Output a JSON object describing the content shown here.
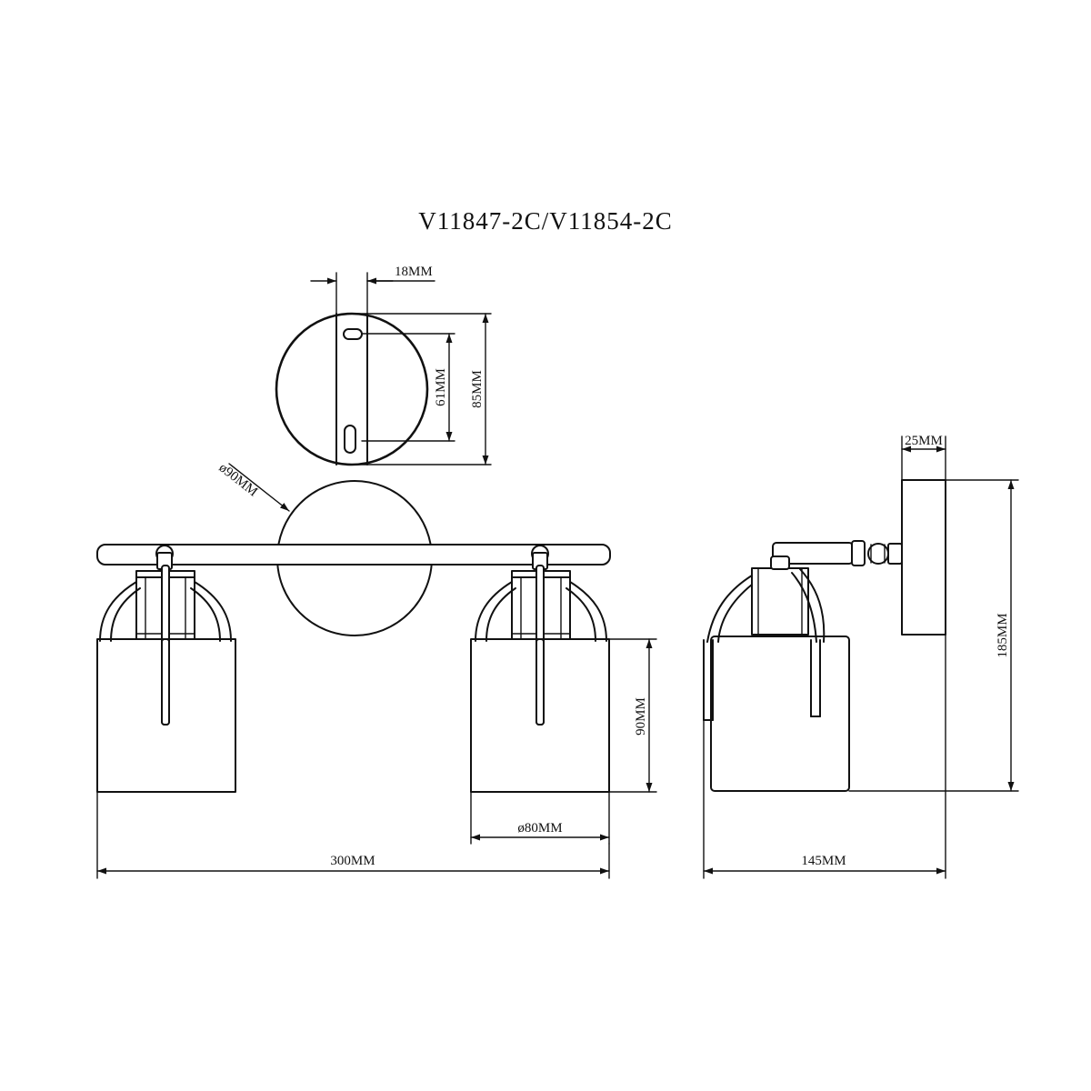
{
  "title": "V11847-2C/V11854-2C",
  "dimensions": {
    "plate_width": "18MM",
    "slot_spacing": "61MM",
    "plate_height": "85MM",
    "canopy_diameter": "ø90MM",
    "overall_width": "300MM",
    "shade_height": "90MM",
    "shade_diameter": "ø80MM",
    "canopy_depth": "25MM",
    "overall_height": "185MM",
    "overall_projection": "145MM"
  },
  "colors": {
    "line": "#111111",
    "background": "#ffffff"
  }
}
